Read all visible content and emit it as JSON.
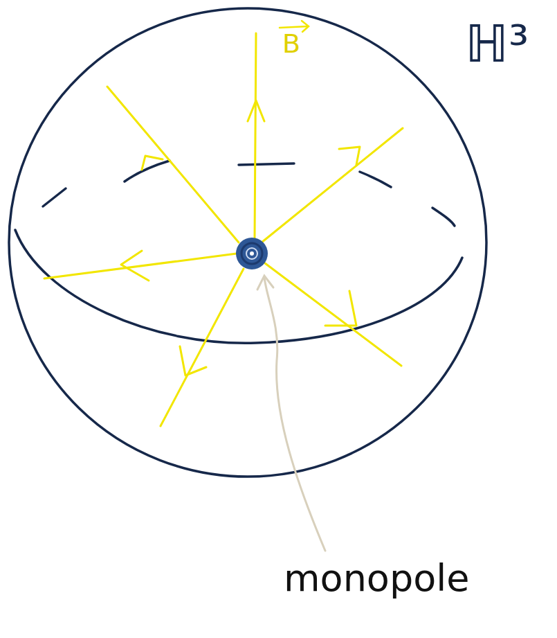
{
  "diagram": {
    "labels": [
      "B",
      "ℍ³",
      "monopole"
    ]
  }
}
